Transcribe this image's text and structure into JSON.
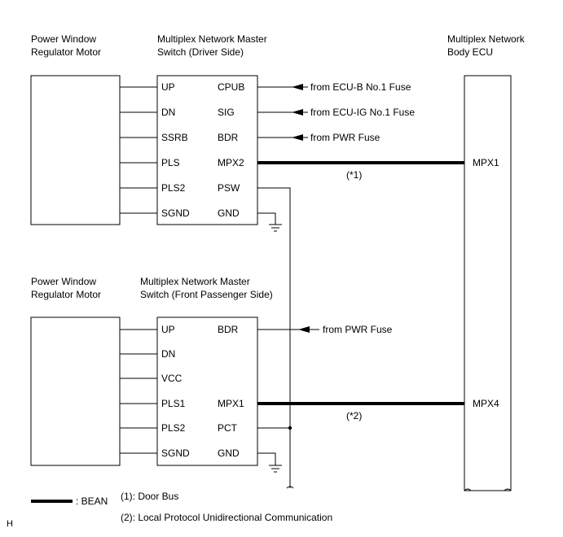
{
  "diagram_id": "H",
  "top": {
    "motor": {
      "line1": "Power Window",
      "line2": "Regulator Motor"
    },
    "switch": {
      "line1": "Multiplex Network Master",
      "line2": "Switch (Driver Side)"
    },
    "pins_left": [
      "UP",
      "DN",
      "SSRB",
      "PLS",
      "PLS2",
      "SGND"
    ],
    "pins_right": [
      "CPUB",
      "SIG",
      "BDR",
      "MPX2",
      "PSW",
      "GND"
    ],
    "sources": [
      "from ECU-B No.1 Fuse",
      "from ECU-IG No.1 Fuse",
      "from PWR Fuse"
    ],
    "bus_note": "(*1)"
  },
  "ecu": {
    "line1": "Multiplex Network",
    "line2": "Body ECU",
    "pin1": "MPX1",
    "pin2": "MPX4"
  },
  "bottom": {
    "motor": {
      "line1": "Power Window",
      "line2": "Regulator Motor"
    },
    "switch": {
      "line1": "Multiplex Network Master",
      "line2": "Switch (Front Passenger Side)"
    },
    "pins_left": [
      "UP",
      "DN",
      "VCC",
      "PLS1",
      "PLS2",
      "SGND"
    ],
    "pins_right": [
      "BDR",
      "",
      "",
      "MPX1",
      "PCT",
      "GND"
    ],
    "sources": [
      "from PWR Fuse"
    ],
    "bus_note": "(*2)"
  },
  "legend": {
    "bean_label": ": BEAN",
    "note1": "(1): Door Bus",
    "note2": "(2): Local Protocol Unidirectional Communication"
  }
}
